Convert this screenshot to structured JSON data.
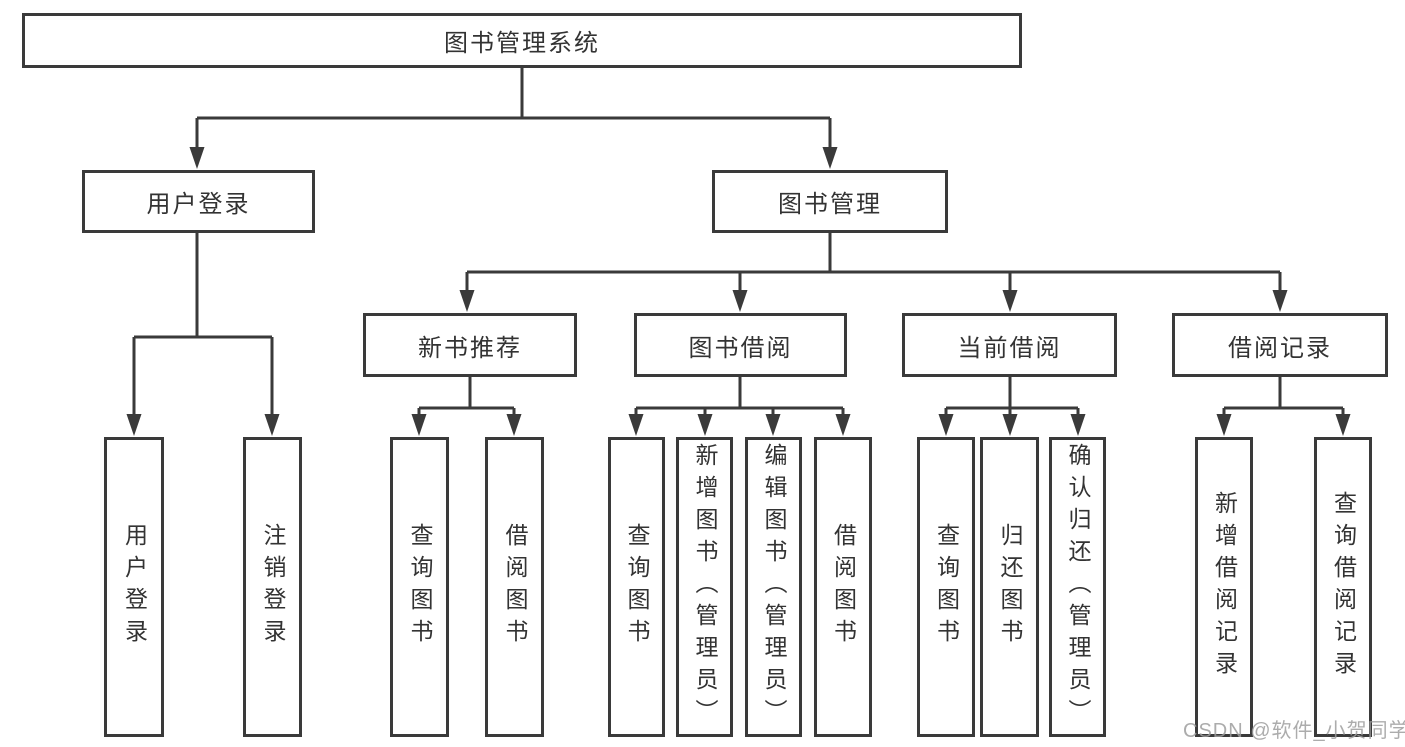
{
  "diagram_type": "hierarchy-tree",
  "tree": {
    "label": "图书管理系统",
    "children": [
      {
        "label": "用户登录",
        "children": [
          {
            "label": "用户登录"
          },
          {
            "label": "注销登录"
          }
        ]
      },
      {
        "label": "图书管理",
        "children": [
          {
            "label": "新书推荐",
            "children": [
              {
                "label": "查询图书"
              },
              {
                "label": "借阅图书"
              }
            ]
          },
          {
            "label": "图书借阅",
            "children": [
              {
                "label": "查询图书"
              },
              {
                "label": "新增图书（管理员）"
              },
              {
                "label": "编辑图书（管理员）"
              },
              {
                "label": "借阅图书"
              }
            ]
          },
          {
            "label": "当前借阅",
            "children": [
              {
                "label": "查询图书"
              },
              {
                "label": "归还图书"
              },
              {
                "label": "确认归还（管理员）"
              }
            ]
          },
          {
            "label": "借阅记录",
            "children": [
              {
                "label": "新增借阅记录"
              },
              {
                "label": "查询借阅记录"
              }
            ]
          }
        ]
      }
    ]
  },
  "watermark": {
    "text": "CSDN @软件_小贺同学"
  },
  "colors": {
    "line": "#3a3a3a",
    "box_border": "#3a3a3a",
    "text": "#333333",
    "background": "#ffffff",
    "watermark": "#9e9e9e"
  }
}
